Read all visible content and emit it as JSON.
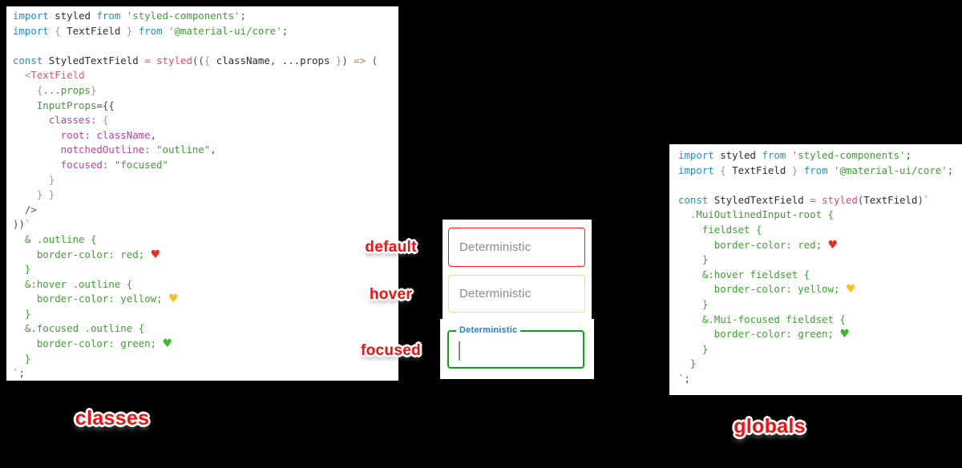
{
  "captions": {
    "left": "classes",
    "right": "globals"
  },
  "colors": {
    "label_red": "#f50f0f",
    "focused_label_blue": "#1c7fd6",
    "placeholder_gray": "#8a8a8a",
    "panel_bg": "#ffffff",
    "page_bg": "#000000"
  },
  "syntax_palette": {
    "kw": "#2a8cc7",
    "txt": "#2d2d2d",
    "str": "#3f9e33",
    "fn": "#f0437e",
    "tag": "#ef4f63",
    "prop": "#bf3fa0",
    "arr": "#c07a2a",
    "pun": "#4a4a4a",
    "br": "#9a9a9a"
  },
  "heart_colors": {
    "red": "#e82c21",
    "yellow": "#fcc21b",
    "green": "#3eb82e"
  },
  "left_code": {
    "lines": [
      [
        {
          "c": "kw",
          "t": "import"
        },
        {
          "c": "txt",
          "t": " styled "
        },
        {
          "c": "kw",
          "t": "from"
        },
        {
          "c": "str",
          "t": " 'styled-components'"
        },
        {
          "c": "pun",
          "t": ";"
        }
      ],
      [
        {
          "c": "kw",
          "t": "import"
        },
        {
          "c": "br",
          "t": " { "
        },
        {
          "c": "txt",
          "t": "TextField"
        },
        {
          "c": "br",
          "t": " } "
        },
        {
          "c": "kw",
          "t": "from"
        },
        {
          "c": "str",
          "t": " '@material-ui/core'"
        },
        {
          "c": "pun",
          "t": ";"
        }
      ],
      [],
      [
        {
          "c": "kw",
          "t": "const"
        },
        {
          "c": "txt",
          "t": " StyledTextField "
        },
        {
          "c": "fn",
          "t": "= styled"
        },
        {
          "c": "pun",
          "t": "(("
        },
        {
          "c": "br",
          "t": "{ "
        },
        {
          "c": "txt",
          "t": "className"
        },
        {
          "c": "pun",
          "t": ", "
        },
        {
          "c": "txt",
          "t": "...props"
        },
        {
          "c": "br",
          "t": " }"
        },
        {
          "c": "pun",
          "t": ") "
        },
        {
          "c": "arr",
          "t": "=>"
        },
        {
          "c": "pun",
          "t": " ("
        }
      ],
      [
        {
          "c": "br",
          "t": "  <"
        },
        {
          "c": "tag",
          "t": "TextField"
        }
      ],
      [
        {
          "c": "br",
          "t": "    {"
        },
        {
          "c": "str",
          "t": "...props"
        },
        {
          "c": "br",
          "t": "}"
        }
      ],
      [
        {
          "c": "str",
          "t": "    InputProps"
        },
        {
          "c": "pun",
          "t": "={{"
        }
      ],
      [
        {
          "c": "prop",
          "t": "      classes:"
        },
        {
          "c": "br",
          "t": " {"
        }
      ],
      [
        {
          "c": "prop",
          "t": "        root: className"
        },
        {
          "c": "pun",
          "t": ","
        }
      ],
      [
        {
          "c": "prop",
          "t": "        notchedOutline:"
        },
        {
          "c": "str",
          "t": " \"outline\""
        },
        {
          "c": "pun",
          "t": ","
        }
      ],
      [
        {
          "c": "prop",
          "t": "        focused:"
        },
        {
          "c": "str",
          "t": " \"focused\""
        }
      ],
      [
        {
          "c": "br",
          "t": "      }"
        }
      ],
      [
        {
          "c": "br",
          "t": "    } }"
        }
      ],
      [
        {
          "c": "pun",
          "t": "  />"
        }
      ],
      [
        {
          "c": "pun",
          "t": "))"
        },
        {
          "c": "str",
          "t": "`"
        }
      ],
      [
        {
          "c": "str",
          "t": "  & .outline {"
        }
      ],
      [
        {
          "c": "str",
          "t": "    border-color: red; "
        },
        {
          "h": "red"
        }
      ],
      [
        {
          "c": "str",
          "t": "  }"
        }
      ],
      [
        {
          "c": "str",
          "t": "  &:hover .outline {"
        }
      ],
      [
        {
          "c": "str",
          "t": "    border-color: yellow; "
        },
        {
          "h": "yellow"
        }
      ],
      [
        {
          "c": "str",
          "t": "  }"
        }
      ],
      [
        {
          "c": "str",
          "t": "  &.focused .outline {"
        }
      ],
      [
        {
          "c": "str",
          "t": "    border-color: green; "
        },
        {
          "h": "green"
        }
      ],
      [
        {
          "c": "str",
          "t": "  }"
        }
      ],
      [
        {
          "c": "str",
          "t": "`"
        },
        {
          "c": "pun",
          "t": ";"
        }
      ]
    ]
  },
  "right_code": {
    "lines": [
      [
        {
          "c": "kw",
          "t": "import"
        },
        {
          "c": "txt",
          "t": " styled "
        },
        {
          "c": "kw",
          "t": "from"
        },
        {
          "c": "str",
          "t": " 'styled-components'"
        },
        {
          "c": "pun",
          "t": ";"
        }
      ],
      [
        {
          "c": "kw",
          "t": "import"
        },
        {
          "c": "br",
          "t": " { "
        },
        {
          "c": "txt",
          "t": "TextField"
        },
        {
          "c": "br",
          "t": " } "
        },
        {
          "c": "kw",
          "t": "from"
        },
        {
          "c": "str",
          "t": " '@material-ui/core'"
        },
        {
          "c": "pun",
          "t": ";"
        }
      ],
      [],
      [
        {
          "c": "kw",
          "t": "const"
        },
        {
          "c": "txt",
          "t": " StyledTextField "
        },
        {
          "c": "fn",
          "t": "= styled"
        },
        {
          "c": "pun",
          "t": "("
        },
        {
          "c": "txt",
          "t": "TextField"
        },
        {
          "c": "pun",
          "t": ")"
        },
        {
          "c": "str",
          "t": "`"
        }
      ],
      [
        {
          "c": "str",
          "t": "  .MuiOutlinedInput-root {"
        }
      ],
      [
        {
          "c": "str",
          "t": "    fieldset {"
        }
      ],
      [
        {
          "c": "str",
          "t": "      border-color: red; "
        },
        {
          "h": "red"
        }
      ],
      [
        {
          "c": "str",
          "t": "    }"
        }
      ],
      [
        {
          "c": "str",
          "t": "    &:hover fieldset {"
        }
      ],
      [
        {
          "c": "str",
          "t": "      border-color: yellow; "
        },
        {
          "h": "yellow"
        }
      ],
      [
        {
          "c": "str",
          "t": "    }"
        }
      ],
      [
        {
          "c": "str",
          "t": "    &.Mui-focused fieldset {"
        }
      ],
      [
        {
          "c": "str",
          "t": "      border-color: green; "
        },
        {
          "h": "green"
        }
      ],
      [
        {
          "c": "str",
          "t": "    }"
        }
      ],
      [
        {
          "c": "str",
          "t": "  }"
        }
      ],
      [
        {
          "c": "str",
          "t": "`"
        },
        {
          "c": "pun",
          "t": ";"
        }
      ]
    ]
  },
  "middle": {
    "states": [
      {
        "id": "red",
        "label": "default",
        "border": "#ff1919",
        "kind": "placeholder",
        "text": "Deterministic"
      },
      {
        "id": "yellow",
        "label": "hover",
        "border": "#ffee00",
        "kind": "placeholder",
        "text": "Deterministic"
      },
      {
        "id": "green",
        "label": "focused",
        "border": "#12a012",
        "kind": "focused",
        "text": "Deterministic"
      }
    ]
  }
}
